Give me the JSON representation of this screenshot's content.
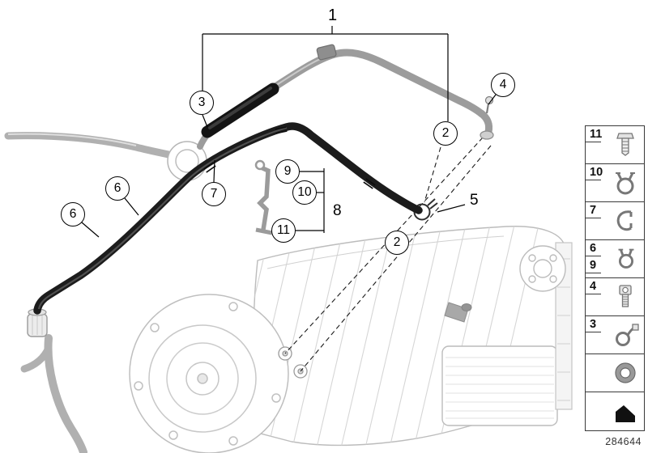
{
  "meta": {
    "diagram_number": "284644"
  },
  "colors": {
    "line_art": "#bcbcbc",
    "hose_dark": "#1c1c1c",
    "hose_gray": "#9c9c9c",
    "leader": "#000000"
  },
  "callouts": {
    "n1": "1",
    "n2": "2",
    "n3": "3",
    "n4": "4",
    "n5": "5",
    "n6": "6",
    "n7": "7",
    "n8": "8",
    "n9": "9",
    "n10": "10",
    "n11": "11"
  },
  "legend": {
    "rows": [
      {
        "label": "11",
        "icon": "hex-screw-icon"
      },
      {
        "label": "10",
        "icon": "hose-clamp-icon"
      },
      {
        "label": "7",
        "icon": "retaining-clip-icon"
      },
      {
        "label": "6",
        "label2": "9",
        "icon": "spring-clamp-icon"
      },
      {
        "label": "4",
        "icon": "socket-bolt-icon"
      },
      {
        "label": "3",
        "icon": "holder-ring-icon"
      },
      {
        "label": "",
        "icon": "o-ring-icon"
      },
      {
        "label": "",
        "icon": "direction-arrow-icon"
      }
    ]
  }
}
